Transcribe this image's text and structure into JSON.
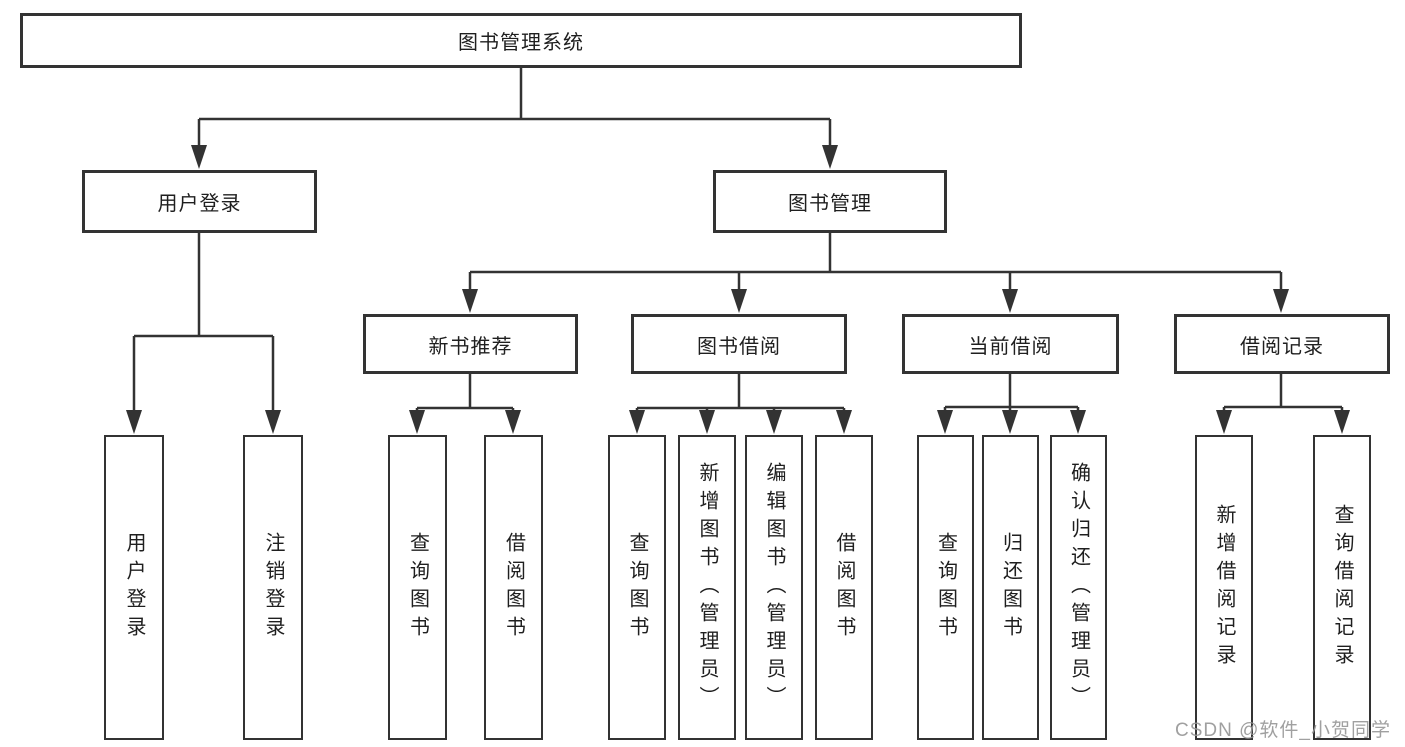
{
  "tree": {
    "root": {
      "label": "图书管理系统"
    },
    "branches": [
      {
        "label": "用户登录",
        "children": [
          {
            "label": "用户登录"
          },
          {
            "label": "注销登录"
          }
        ]
      },
      {
        "label": "图书管理",
        "children": [
          {
            "label": "新书推荐",
            "children": [
              {
                "label": "查询图书"
              },
              {
                "label": "借阅图书"
              }
            ]
          },
          {
            "label": "图书借阅",
            "children": [
              {
                "label": "查询图书"
              },
              {
                "label": "新增图书（管理员）"
              },
              {
                "label": "编辑图书（管理员）"
              },
              {
                "label": "借阅图书"
              }
            ]
          },
          {
            "label": "当前借阅",
            "children": [
              {
                "label": "查询图书"
              },
              {
                "label": "归还图书"
              },
              {
                "label": "确认归还（管理员）"
              }
            ]
          },
          {
            "label": "借阅记录",
            "children": [
              {
                "label": "新增借阅记录"
              },
              {
                "label": "查询借阅记录"
              }
            ]
          }
        ]
      }
    ]
  },
  "watermark": {
    "text": "CSDN @软件_小贺同学"
  },
  "colors": {
    "line": "#333333",
    "text": "#1f1f1f",
    "background": "#ffffff",
    "watermark": "#969696"
  }
}
